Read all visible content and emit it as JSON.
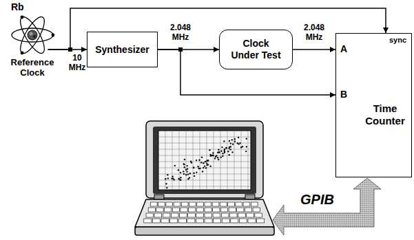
{
  "diagram": {
    "nodes": [
      {
        "text": [
          "Rb",
          "Reference Clock"
        ]
      },
      {
        "text": [
          "Synthesizer"
        ]
      },
      {
        "text": [
          "Clock Under Test"
        ]
      },
      {
        "text": [
          "Time Counter"
        ]
      }
    ],
    "edges": [
      {
        "from": 0,
        "to": 1,
        "arrow": "to",
        "label": "10 MHz"
      },
      {
        "from": 0,
        "to": 3,
        "arrow": "to"
      },
      {
        "from": 1,
        "to": 2,
        "arrow": "to",
        "label": "2.048 MHz"
      },
      {
        "from": 2,
        "to": 3,
        "arrow": "to",
        "label": "2.048 MHz"
      },
      {
        "from": 1,
        "to": 3,
        "arrow": "to"
      }
    ],
    "labels": [
      "A",
      "B",
      "sync",
      "GPIB"
    ]
  }
}
